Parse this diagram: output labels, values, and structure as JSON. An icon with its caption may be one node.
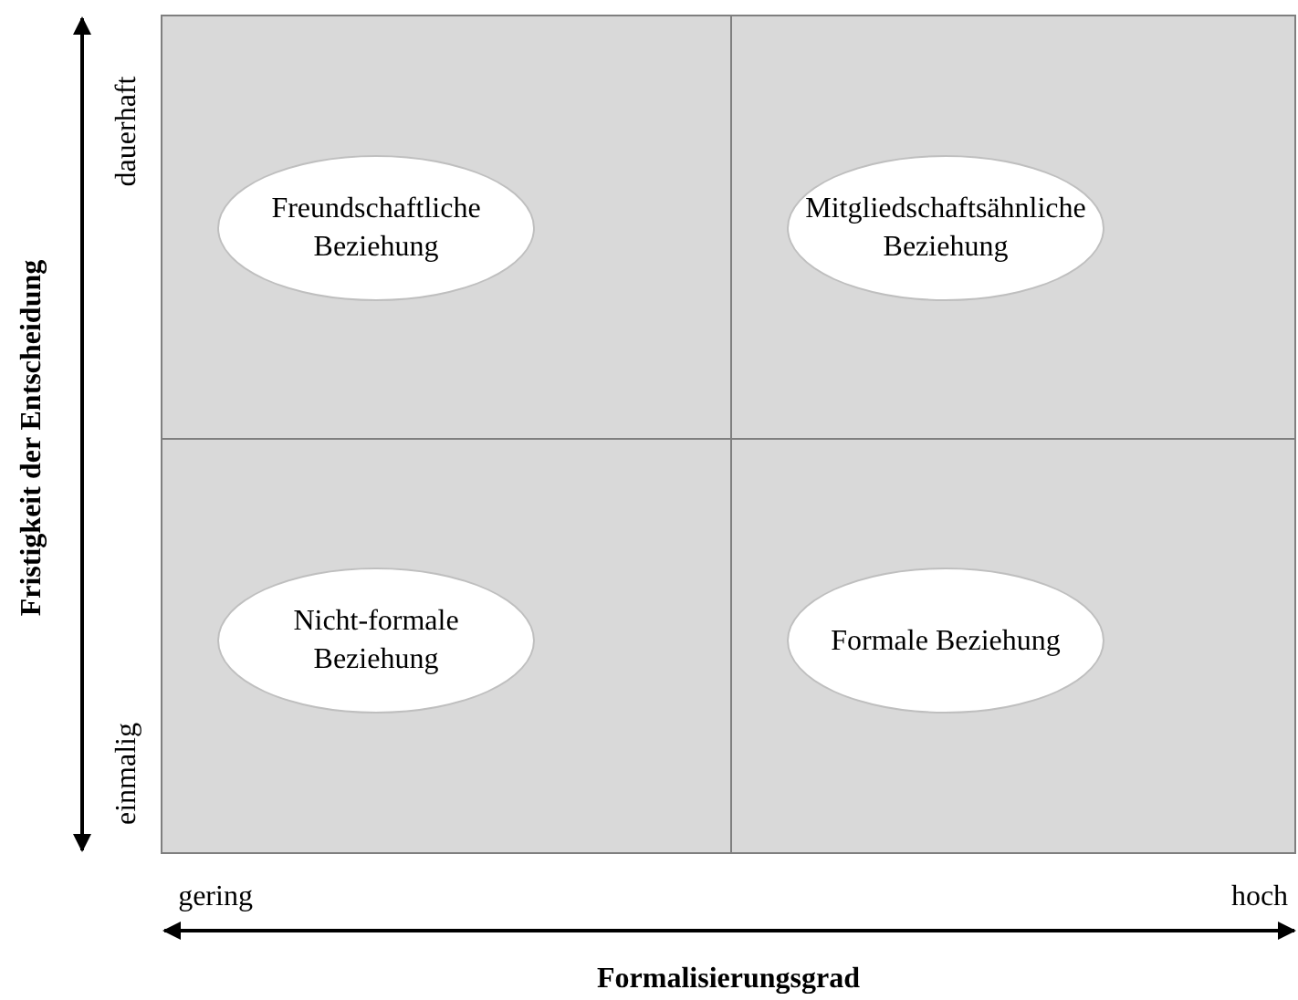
{
  "diagram": {
    "nodes": [
      {
        "text": [
          "Freundschaftliche Beziehung"
        ]
      },
      {
        "text": [
          "Mitgliedschaftsähnliche Beziehung"
        ]
      },
      {
        "text": [
          "Nicht-formale Beziehung"
        ]
      },
      {
        "text": [
          "Formale Beziehung"
        ]
      }
    ],
    "labels": [
      "dauerhaft",
      "einmalig",
      "Fristigkeit der Entscheidung",
      "gering",
      "hoch",
      "Formalisierungsgrad"
    ]
  }
}
